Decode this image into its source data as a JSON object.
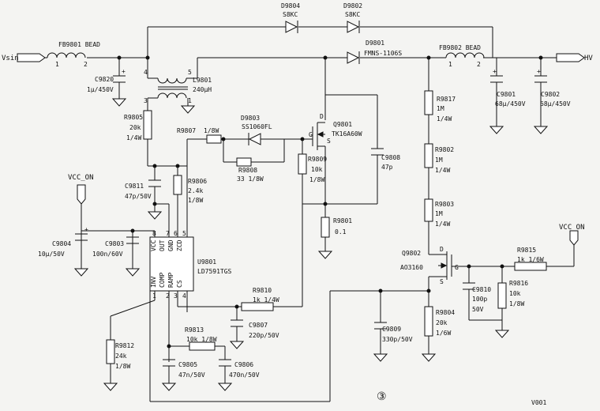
{
  "nets": {
    "vsin": "Vsin",
    "hv": "HV",
    "vcc_on_left": "VCC_ON",
    "vcc_on_right": "VCC_ON"
  },
  "components": {
    "fb9801": {
      "ref": "FB9801 BEAD",
      "pin1": "1",
      "pin2": "2"
    },
    "fb9802": {
      "ref": "FB9802 BEAD",
      "pin1": "1",
      "pin2": "2"
    },
    "c9820": {
      "ref": "C9820",
      "value": "1μ/450V"
    },
    "l9801": {
      "ref": "L9801",
      "value": "240μH",
      "pin4": "4",
      "pin5": "5",
      "pin3": "3",
      "pin1": "1"
    },
    "d9804": {
      "ref": "D9804",
      "value": "S8KC"
    },
    "d9802": {
      "ref": "D9802",
      "value": "S8KC"
    },
    "d9801": {
      "ref": "D9801",
      "value": "FMNS-1106S"
    },
    "c9801": {
      "ref": "C9801",
      "value": "68μ/450V"
    },
    "c9802": {
      "ref": "C9802",
      "value": "68μ/450V"
    },
    "r9805": {
      "ref": "R9805",
      "value": "20k",
      "power": "1/4W"
    },
    "r9807": {
      "ref": "R9807",
      "value": "1/8W"
    },
    "d9803": {
      "ref": "D9803",
      "value": "SS1060FL"
    },
    "r9808": {
      "ref": "R9808",
      "value": "33 1/8W"
    },
    "q9801": {
      "ref": "Q9801",
      "value": "TK16A60W",
      "d": "D",
      "g": "G",
      "s": "S"
    },
    "r9809": {
      "ref": "R9809",
      "value": "10k",
      "power": "1/8W"
    },
    "c9808": {
      "ref": "C9808",
      "value": "47p"
    },
    "r9801": {
      "ref": "R9801",
      "value": "0.1"
    },
    "r9817": {
      "ref": "R9817",
      "value": "1M",
      "power": "1/4W"
    },
    "r9802": {
      "ref": "R9802",
      "value": "1M",
      "power": "1/4W"
    },
    "r9803": {
      "ref": "R9803",
      "value": "1M",
      "power": "1/4W"
    },
    "c9811": {
      "ref": "C9811",
      "value": "47p/50V"
    },
    "r9806": {
      "ref": "R9806",
      "value": "2.4k",
      "power": "1/8W"
    },
    "c9804": {
      "ref": "C9804",
      "value": "10μ/50V"
    },
    "c9803": {
      "ref": "C9803",
      "value": "100n/60V"
    },
    "u9801": {
      "ref": "U9801",
      "value": "LD7591TGS",
      "pins": [
        "VCC",
        "OUT",
        "GND",
        "ZCD",
        "INV",
        "COMP",
        "RAMP",
        "CS"
      ],
      "pin_numbers": [
        "8",
        "7",
        "6",
        "5",
        "1",
        "2",
        "3",
        "4"
      ]
    },
    "q9802": {
      "ref": "Q9802",
      "value": "AO3160",
      "d": "D",
      "g": "G",
      "s": "S"
    },
    "r9815": {
      "ref": "R9815",
      "value": "1k 1/6W"
    },
    "c9810": {
      "ref": "C9810",
      "value": "100p",
      "voltage": "50V"
    },
    "r9816": {
      "ref": "R9816",
      "value": "10k",
      "power": "1/8W"
    },
    "r9810": {
      "ref": "R9810",
      "value": "1k 1/4W"
    },
    "c9807": {
      "ref": "C9807",
      "value": "220p/50V"
    },
    "c9809": {
      "ref": "C9809",
      "value": "330p/50V"
    },
    "r9804": {
      "ref": "R9804",
      "value": "20k",
      "power": "1/6W"
    },
    "r9812": {
      "ref": "R9812",
      "value": "24k",
      "power": "1/8W"
    },
    "r9813": {
      "ref": "R9813",
      "value": "10k 1/8W"
    },
    "c9805": {
      "ref": "C9805",
      "value": "47n/50V"
    },
    "c9806": {
      "ref": "C9806",
      "value": "470n/50V"
    }
  },
  "annotations": {
    "section_marker": "③",
    "page_ref": "V001"
  }
}
